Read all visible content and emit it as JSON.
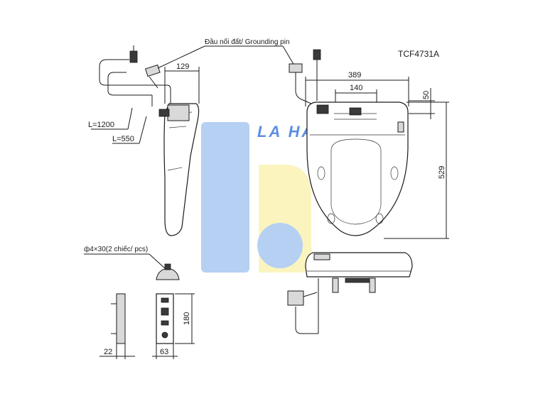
{
  "labels": {
    "model": "TCF4731A",
    "grounding_pin": "Đầu nối đất/ Grounding pin",
    "cable_long": "L=1200",
    "cable_short": "L=550",
    "screws": "ф4×30(2 chiếc/ pcs)",
    "watermark": "LA HẢO"
  },
  "dimensions": {
    "side_depth": "129",
    "seat_width": "389",
    "panel_width": "140",
    "panel_depth": "50",
    "seat_length": "529",
    "plate_height": "180",
    "plate_thickness": "22",
    "plate_width": "63"
  },
  "colors": {
    "line": "#1a1a1a",
    "watermark_blue": "#a9c8f2",
    "watermark_yellow": "#fbf3b5",
    "watermark_text": "#3f7be0"
  }
}
